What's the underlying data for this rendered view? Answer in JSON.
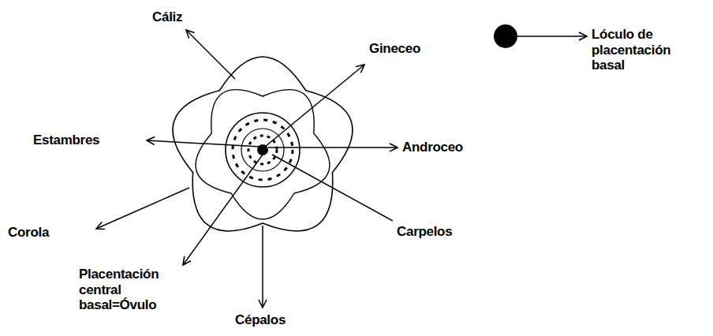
{
  "diagram": {
    "labels": [
      "Cáliz",
      "Gineceo",
      "Lóculo de placentación basal",
      "Estambres",
      "Androceo",
      "Corola",
      "Carpelos",
      "Placentación central basal=Óvulo",
      "Cépalos"
    ]
  }
}
